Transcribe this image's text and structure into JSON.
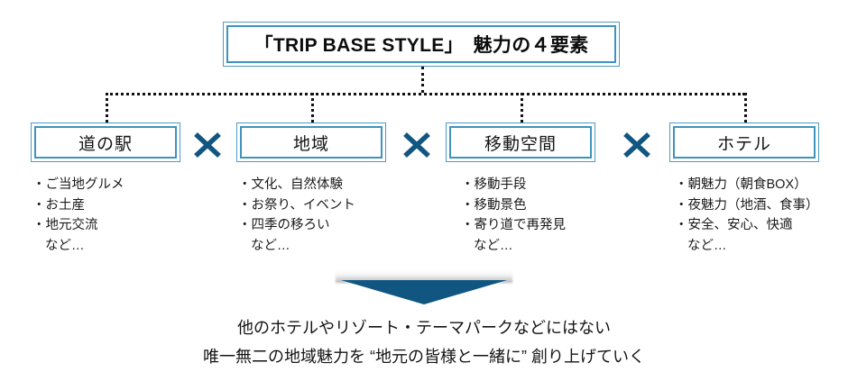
{
  "title": {
    "text": "「TRIP BASE STYLE」　魅力の４要素"
  },
  "colors": {
    "box_border_outer": "#4d9cc4",
    "box_border_inner": "#3f93bf",
    "x_mark": "#115681",
    "arrow": "#115681",
    "text": "#141414",
    "connector": "#111111"
  },
  "connectors": {
    "style": "dotted",
    "note": "tree from title box down to four category boxes"
  },
  "categories": [
    {
      "label": "道の駅",
      "items": [
        "・ご当地グルメ",
        "・お土産",
        "・地元交流"
      ],
      "etc": "など…"
    },
    {
      "label": "地域",
      "items": [
        "・文化、自然体験",
        "・お祭り、イベント",
        "・四季の移ろい"
      ],
      "etc": "など…"
    },
    {
      "label": "移動空間",
      "items": [
        "・移動手段",
        "・移動景色",
        "・寄り道で再発見"
      ],
      "etc": "など…"
    },
    {
      "label": "ホテル",
      "items": [
        "・朝魅力（朝食BOX）",
        "・夜魅力（地酒、食事）",
        "・安全、安心、快適"
      ],
      "etc": "など…"
    }
  ],
  "separators": [
    {
      "symbol": "×",
      "name": "multiply-icon"
    },
    {
      "symbol": "×",
      "name": "multiply-icon"
    },
    {
      "symbol": "×",
      "name": "multiply-icon"
    }
  ],
  "arrow": {
    "direction": "down",
    "name": "down-arrow"
  },
  "caption": {
    "line1": "他のホテルやリゾート・テーマパークなどにはない",
    "line2": "唯一無二の地域魅力を “地元の皆様と一緒に” 創り上げていく"
  }
}
